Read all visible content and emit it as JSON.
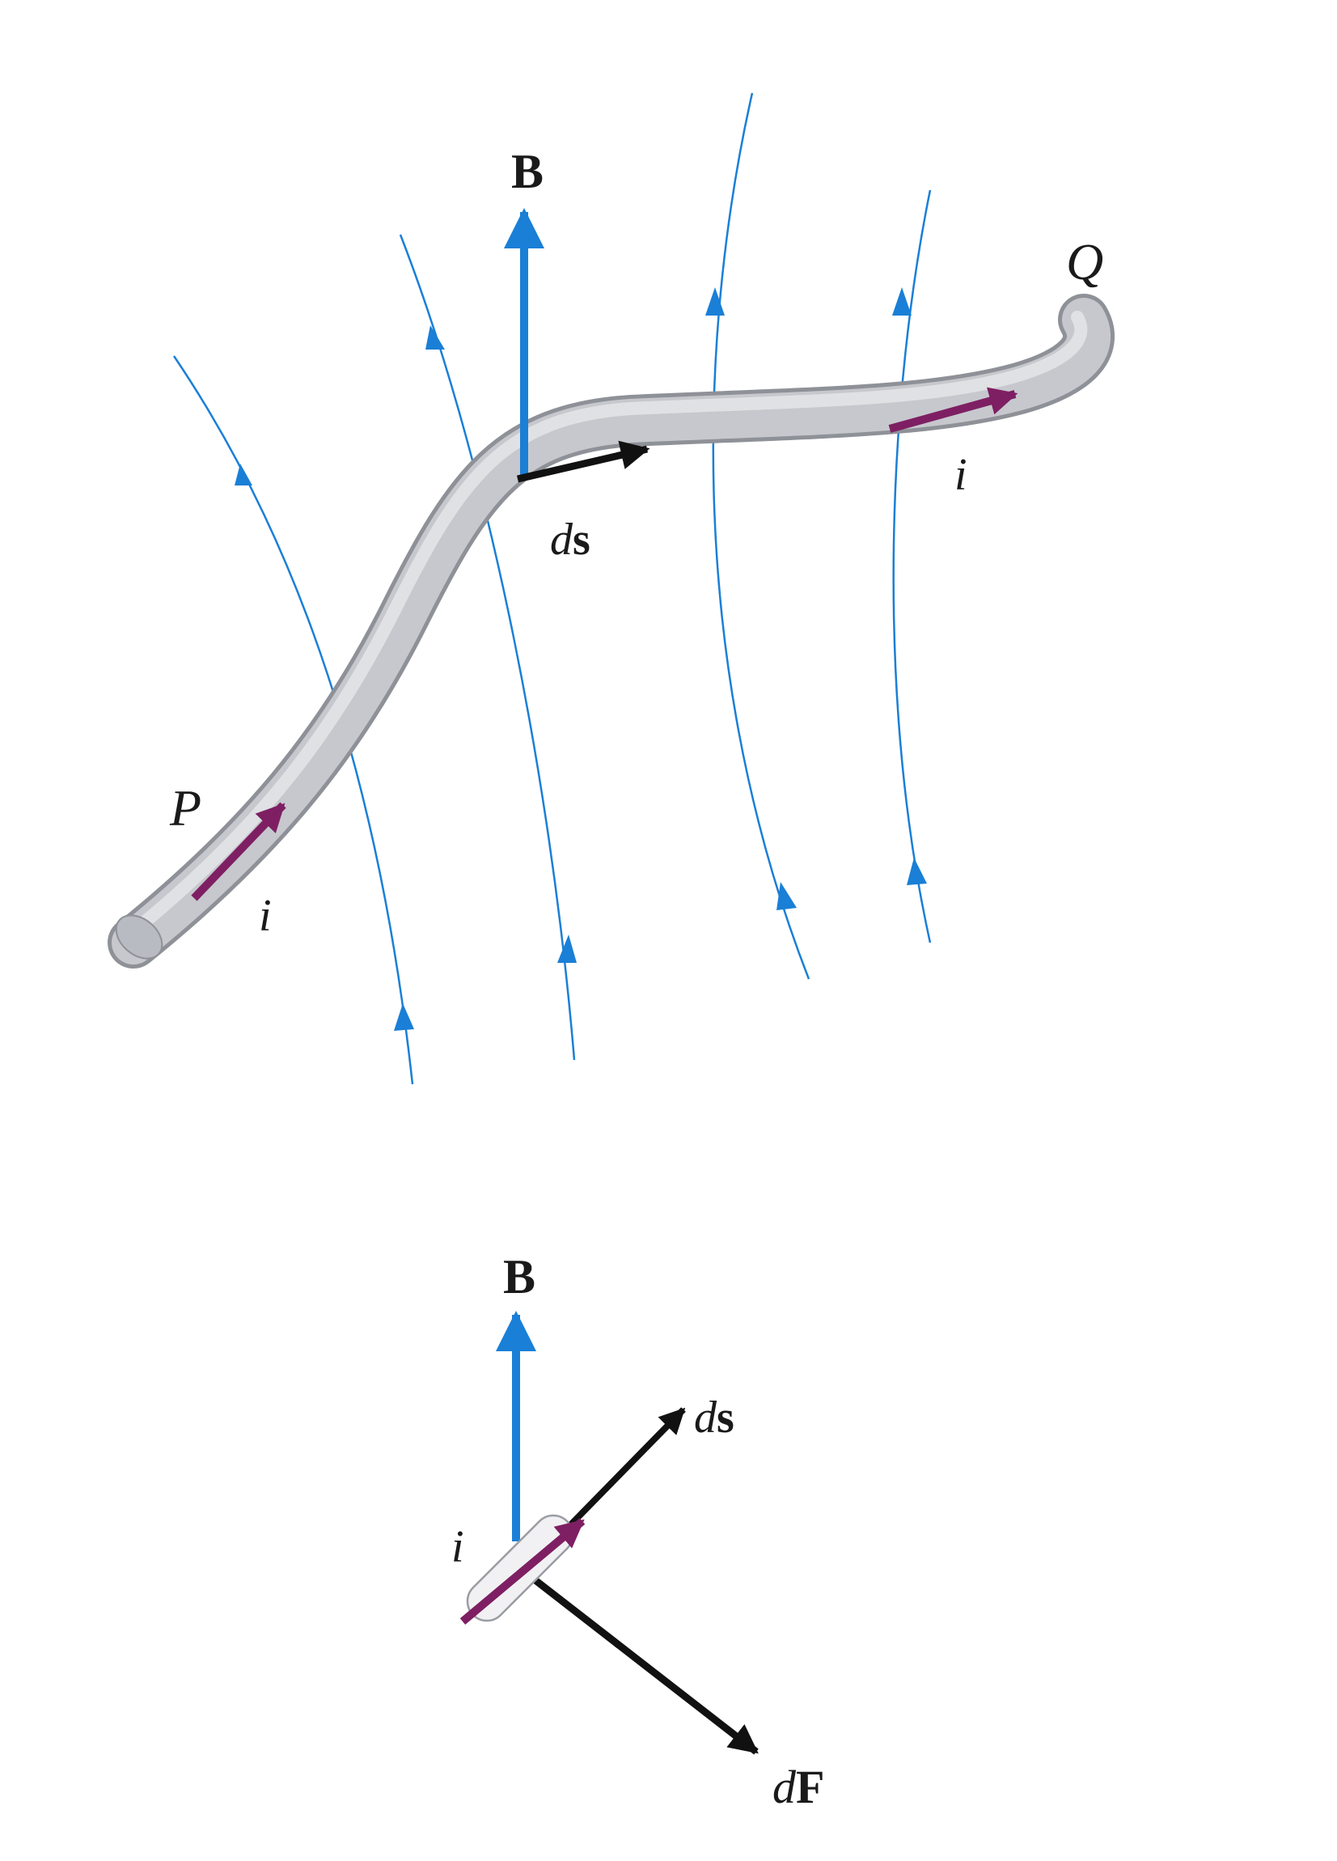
{
  "labels": {
    "b_top": "B",
    "ds_top_italic": "d",
    "ds_top_bold": "s",
    "p": "P",
    "q": "Q",
    "i_left": "i",
    "i_right": "i",
    "b_bottom": "B",
    "ds_bottom_italic": "d",
    "ds_bottom_bold": "s",
    "i_bottom": "i",
    "df_italic": "d",
    "df_bold": "F"
  },
  "colors": {
    "field": "#1a7fd6",
    "current": "#7e1f63",
    "vector": "#111111",
    "wire": "#c4c6cb"
  }
}
